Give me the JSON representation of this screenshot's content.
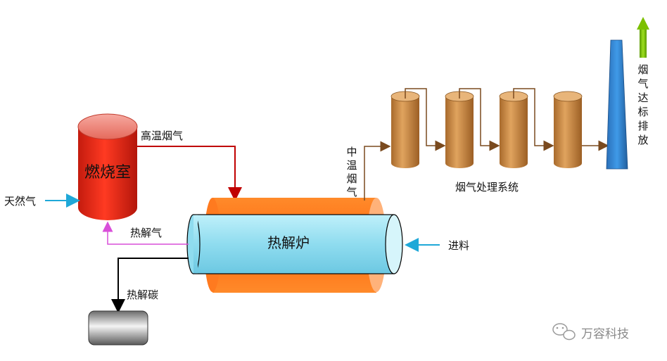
{
  "labels": {
    "combustion_chamber": "燃烧室",
    "high_temp_flue_gas": "高温烟气",
    "natural_gas": "天然气",
    "pyrolysis_gas": "热解气",
    "pyrolysis_furnace": "热解炉",
    "pyrolysis_carbon": "热解碳",
    "medium_temp_flue_gas": "中温烟气",
    "flue_gas_treatment": "烟气处理系统",
    "feed": "进料",
    "emission": "烟气达标排放"
  },
  "watermark": {
    "brand": "万容科技"
  },
  "colors": {
    "combustion": "#e8291a",
    "furnace_outer": "#ff7a1f",
    "furnace_inner": "#8fdff0",
    "tower": "#c8843c",
    "stack": "#2f86d6",
    "hot_arrow": "#c00000",
    "gas_arrow": "#d94fd9",
    "blue_arrow": "#1fa8d8",
    "green_arrow": "#7cc000"
  }
}
